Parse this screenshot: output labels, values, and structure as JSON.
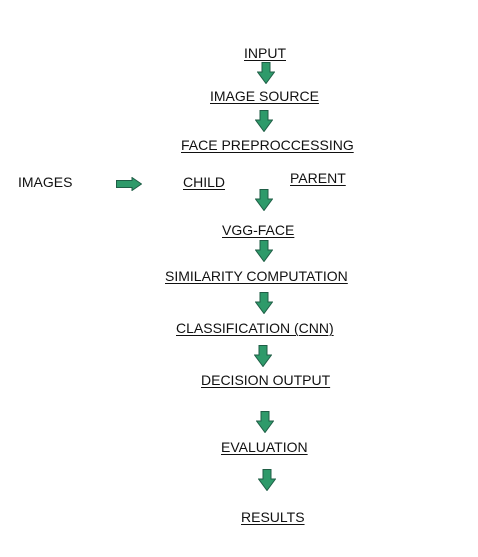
{
  "diagram": {
    "arrow_fill": "#2e9a6a",
    "arrow_stroke": "#1f5e46",
    "labels": {
      "input": "INPUT",
      "image_source": "IMAGE SOURCE",
      "face_preprocessing": "FACE PREPROCCESSING",
      "images": "IMAGES",
      "child": "CHILD",
      "parent": "PARENT",
      "vgg_face": "VGG-FACE",
      "similarity": "SIMILARITY COMPUTATION",
      "classification": "CLASSIFICATION (CNN)",
      "decision": "DECISION OUTPUT",
      "evaluation": "EVALUATION",
      "results": "RESULTS"
    }
  }
}
